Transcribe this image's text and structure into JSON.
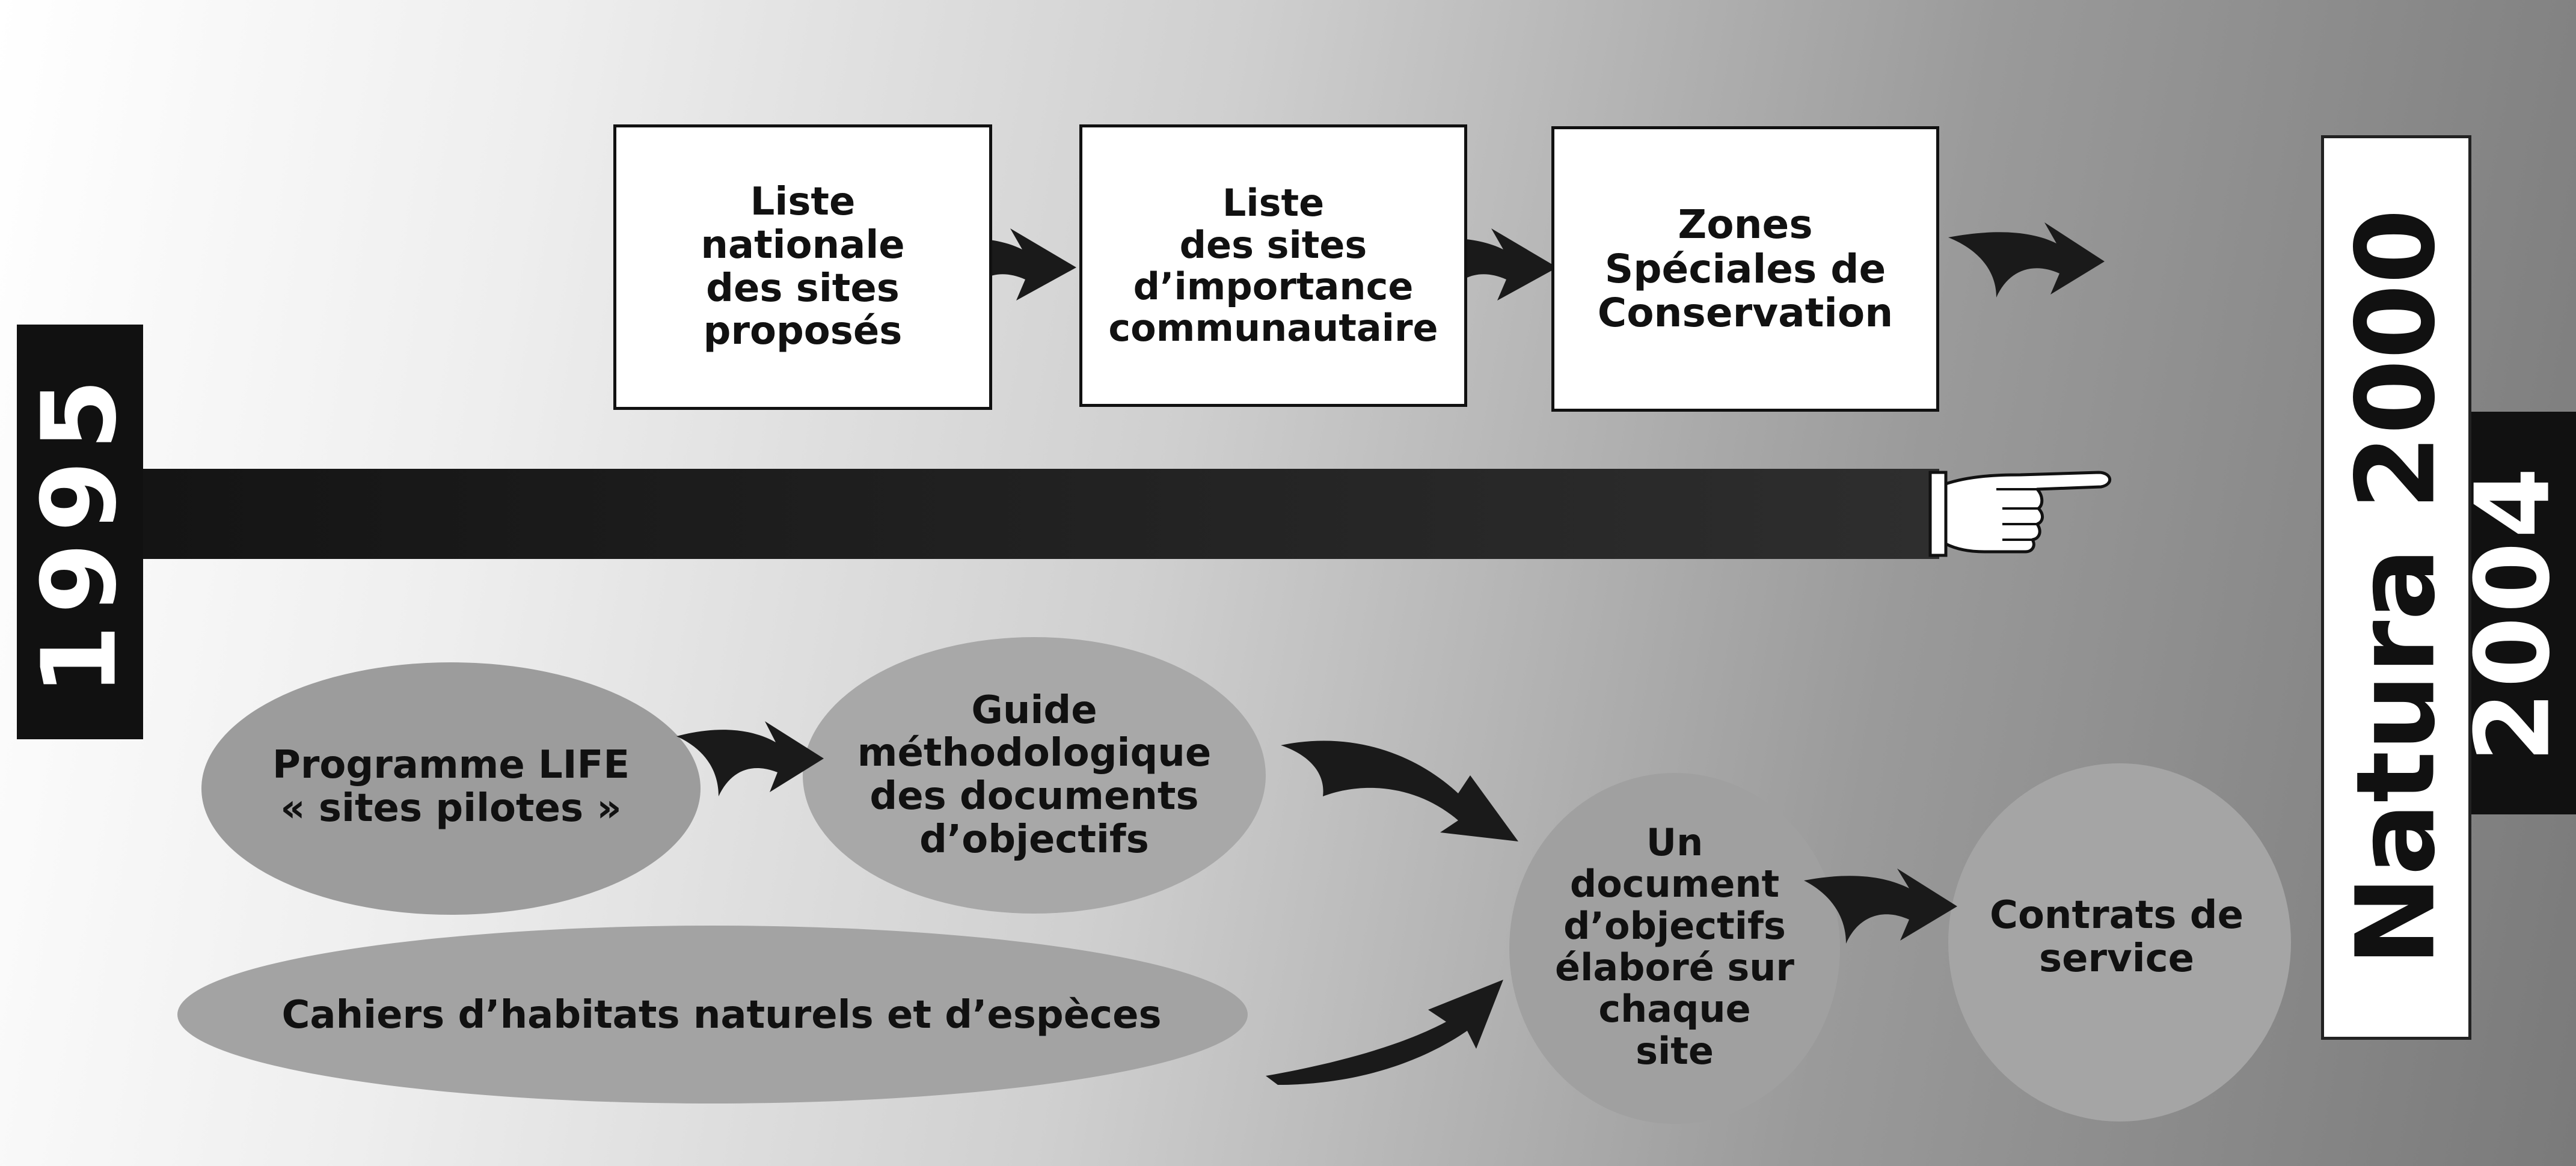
{
  "timeline": {
    "start_year": "1995",
    "end_year": "2004",
    "network_label": "Natura 2000"
  },
  "top_flow": [
    "Liste\nnationale\ndes sites\nproposés",
    "Liste\ndes sites\nd’importance\ncommunautaire",
    "Zones\nSpéciales de\nConservation"
  ],
  "bottom_flow": {
    "programme": "Programme LIFE\n« sites pilotes »",
    "guide": "Guide\nméthodologique\ndes documents\nd’objectifs",
    "cahiers": "Cahiers d’habitats naturels et d’espèces",
    "document": "Un\ndocument\nd’objectifs\nélaboré sur\nchaque\nsite",
    "contrats": "Contrats de\nservice"
  },
  "colors": {
    "dark": "#111111",
    "ellipse_fill": "#a3a3a3",
    "box_fill": "#ffffff"
  }
}
